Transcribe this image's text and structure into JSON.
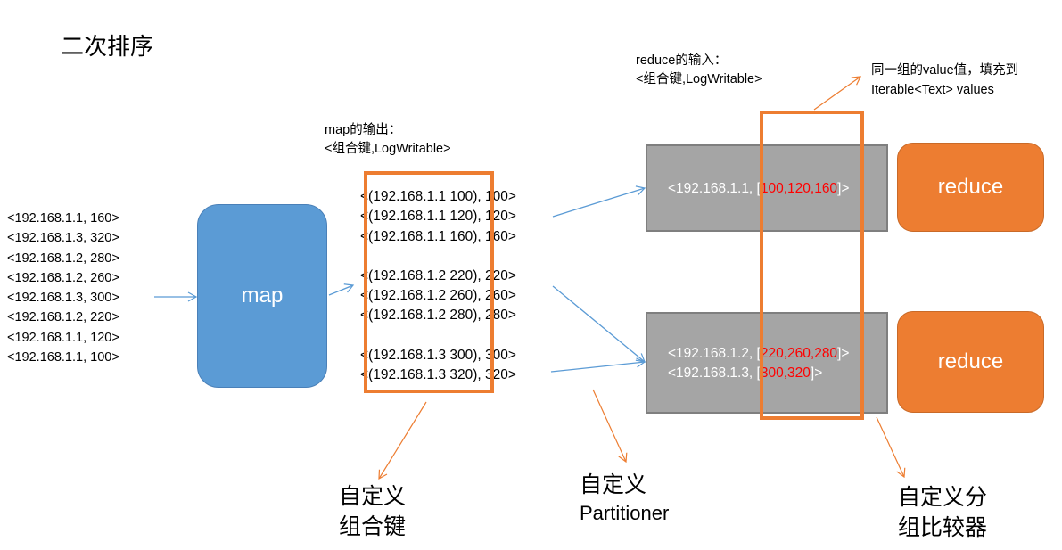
{
  "title": "二次排序",
  "input_records": [
    "<192.168.1.1, 160>",
    "<192.168.1.3, 320>",
    "<192.168.1.2, 280>",
    "<192.168.1.2, 260>",
    "<192.168.1.3, 300>",
    "<192.168.1.2, 220>",
    "<192.168.1.1, 120>",
    "<192.168.1.1, 100>"
  ],
  "map_box": {
    "label": "map"
  },
  "map_output": {
    "caption_line1": "map的输出：",
    "caption_line2": "<组合键,LogWritable>",
    "groups": [
      [
        {
          "key": "<(192.168.1.1 100),",
          "value": "100>"
        },
        {
          "key": "<(192.168.1.1 120),",
          "value": "120>"
        },
        {
          "key": "<(192.168.1.1 160),",
          "value": "160>"
        }
      ],
      [
        {
          "key": "<(192.168.1.2 220),",
          "value": "220>"
        },
        {
          "key": "<(192.168.1.2 260),",
          "value": "260>"
        },
        {
          "key": "<(192.168.1.2 280),",
          "value": "280>"
        }
      ],
      [
        {
          "key": "<(192.168.1.3 300),",
          "value": "300>"
        },
        {
          "key": "<(192.168.1.3 320),",
          "value": "320>"
        }
      ]
    ]
  },
  "reduce_input": {
    "caption_line1": "reduce的输入：",
    "caption_line2": "<组合键,LogWritable>"
  },
  "group_note": {
    "line1": "同一组的value值，填充到",
    "line2": "Iterable<Text> values"
  },
  "partitions": [
    {
      "records": [
        {
          "prefix": "<192.168.1.1, ",
          "open": "[",
          "values": "100,120,160",
          "close": "]>"
        }
      ],
      "reducer_label": "reduce"
    },
    {
      "records": [
        {
          "prefix": "<192.168.1.2, ",
          "open": "[",
          "values": "220,260,280",
          "close": "]>"
        },
        {
          "prefix": "<192.168.1.3, ",
          "open": "[",
          "values": "300,320",
          "close": "]>"
        }
      ],
      "reducer_label": "reduce"
    }
  ],
  "annotations": {
    "composite_key": {
      "line1": "自定义",
      "line2": "组合键"
    },
    "partitioner": {
      "line1": "自定义",
      "line2": "Partitioner"
    },
    "grouping_comparator": {
      "line1": "自定义分",
      "line2": "组比较器"
    }
  },
  "colors": {
    "map_blue": "#5b9bd5",
    "reduce_orange": "#ed7d31",
    "highlight_orange": "#ed7d31",
    "partition_grey": "#a5a5a5",
    "value_red": "#ff0000",
    "arrow_blue": "#5b9bd5"
  }
}
